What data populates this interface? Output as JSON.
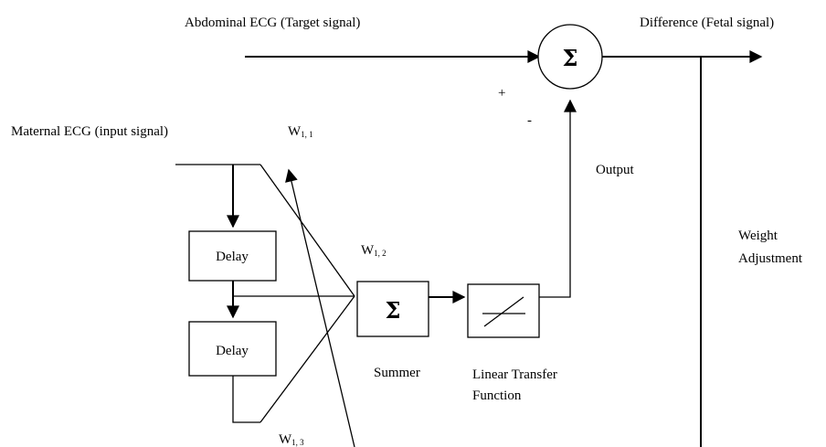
{
  "labels": {
    "abdominal": "Abdominal ECG (Target signal)",
    "difference": "Difference (Fetal signal)",
    "maternal": "Maternal ECG (input signal)",
    "plus": "+",
    "minus": "-",
    "output": "Output",
    "weight_line1": "Weight",
    "weight_line2": "Adjustment",
    "summer": "Summer",
    "linear_line1": "Linear Transfer",
    "linear_line2": "Function"
  },
  "blocks": {
    "delay1": "Delay",
    "delay2": "Delay",
    "summer_symbol": "Σ",
    "sum_node_symbol": "Σ"
  },
  "weights": {
    "w1": {
      "base": "W",
      "sub": "1, 1"
    },
    "w2": {
      "base": "W",
      "sub": "1, 2"
    },
    "w3": {
      "base": "W",
      "sub": "1, 3"
    }
  },
  "icons": {
    "summer": "sigma-icon",
    "transfer": "linear-transfer-icon",
    "adjust": "weight-adjust-arrow-icon"
  }
}
